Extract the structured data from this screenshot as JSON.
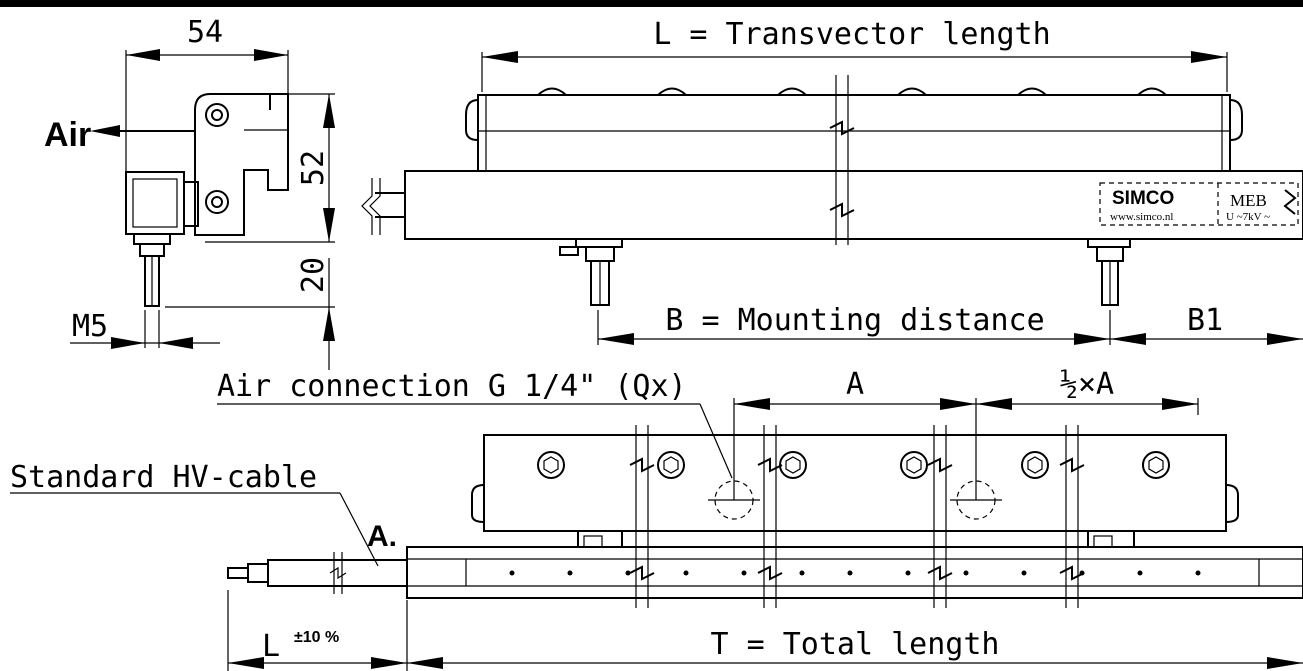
{
  "labels": {
    "width": "54",
    "height": "52",
    "lower_height": "20",
    "thread": "M5",
    "air": "Air",
    "transvector_length": "L = Transvector length",
    "mounting_distance": "B = Mounting distance",
    "b1": "B1",
    "air_connection": "Air connection G 1/4\" (Qx)",
    "a": "A",
    "half_a": "½×A",
    "hv_cable": "Standard HV-cable",
    "detail_a": "A.",
    "cable_l": "L",
    "tolerance": "±10 %",
    "total_length": "T = Total length"
  },
  "plate": {
    "brand": "SIMCO",
    "url": "www.simco.nl",
    "model": "MEB",
    "voltage": "U ~7kV ~"
  }
}
